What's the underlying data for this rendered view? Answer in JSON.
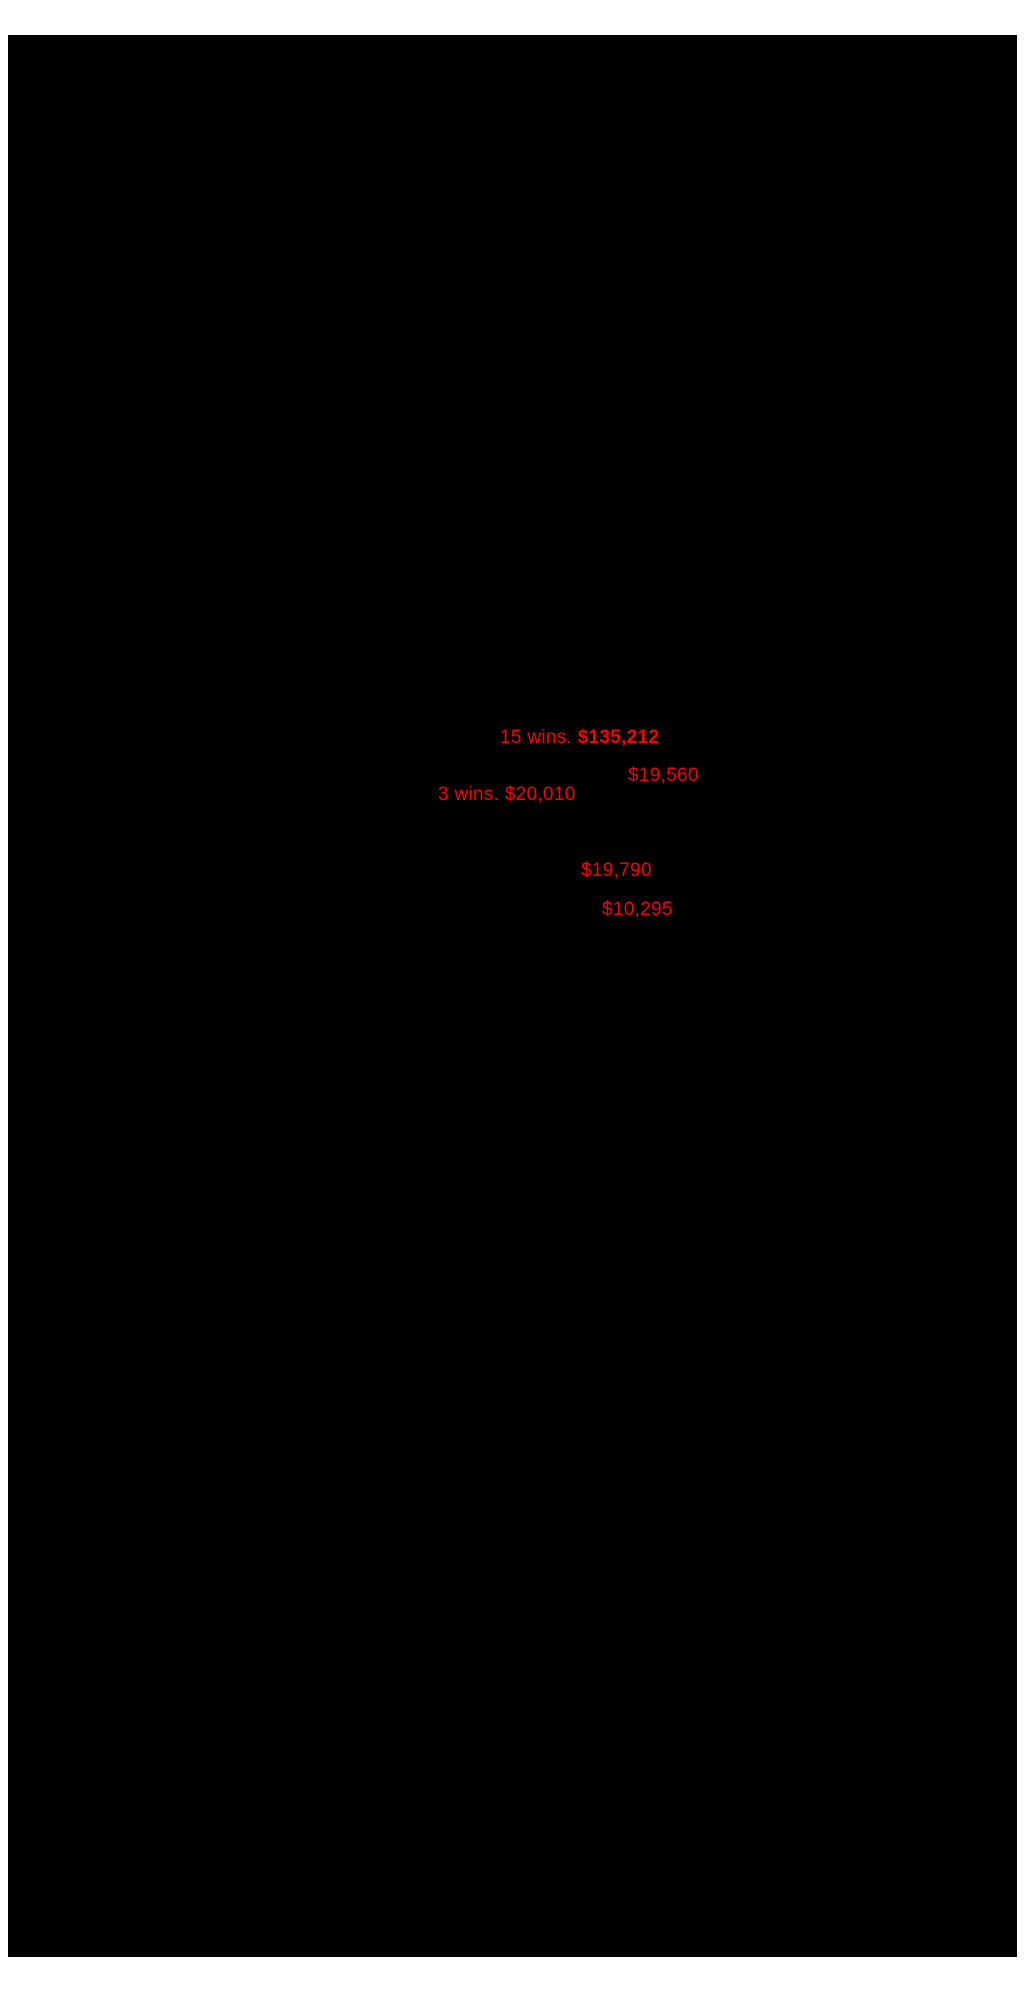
{
  "document": {
    "page_background": "#ffffff",
    "content_background": "#000000",
    "annotation_color": "#ff0000"
  },
  "annotations": [
    {
      "prefix": "15 wins. ",
      "amount": "$135,212"
    },
    {
      "prefix": "",
      "amount": "$19,560"
    },
    {
      "prefix": "3 wins. ",
      "amount": "$20,010"
    },
    {
      "prefix": "",
      "amount": "$19,790"
    },
    {
      "prefix": "",
      "amount": "$10,295"
    }
  ]
}
